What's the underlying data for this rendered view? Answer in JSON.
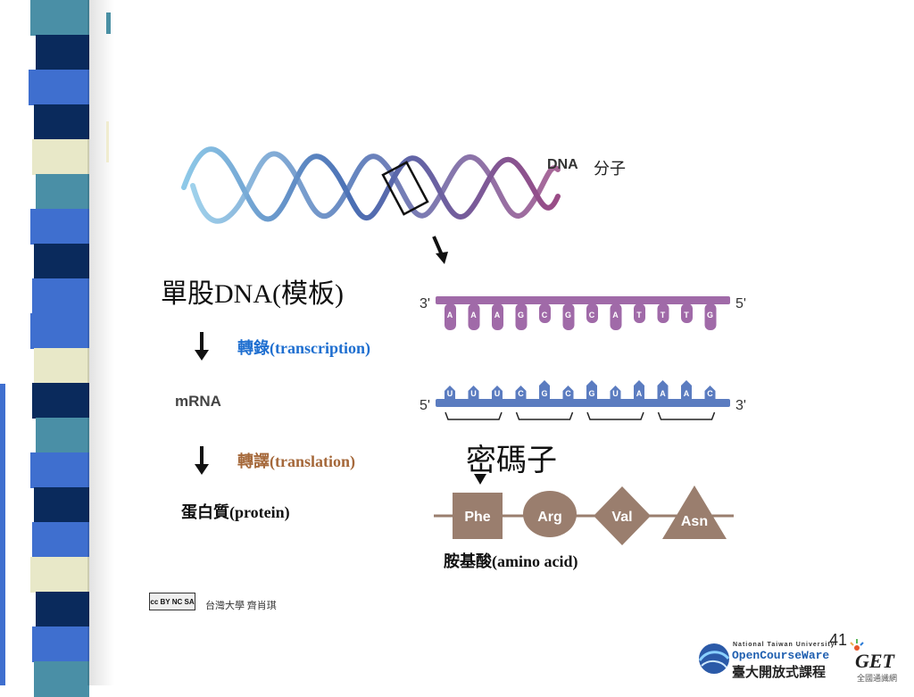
{
  "slide": {
    "number": "41",
    "single_strand_label": "單股DNA(模板)",
    "transcription_label": "轉錄(transcription)",
    "mrna_label": "mRNA",
    "translation_label": "轉譯(translation)",
    "protein_label": "蛋白質(protein)",
    "codon_label": "密碼子",
    "amino_acid_label": "胺基酸(amino acid)"
  },
  "dna_figure": {
    "dna_label": "DNA",
    "molecule_label": "分子"
  },
  "template_strand": {
    "left_end": "3'",
    "right_end": "5'",
    "bases": [
      "A",
      "A",
      "A",
      "G",
      "C",
      "G",
      "C",
      "A",
      "T",
      "T",
      "T",
      "G"
    ],
    "color": "#a06aa8"
  },
  "mrna_strand": {
    "left_end": "5'",
    "right_end": "3'",
    "bases": [
      "U",
      "U",
      "U",
      "C",
      "G",
      "C",
      "G",
      "U",
      "A",
      "A",
      "A",
      "C"
    ],
    "color": "#5b7cc0"
  },
  "amino_acids": [
    {
      "name": "Phe",
      "shape": "square"
    },
    {
      "name": "Arg",
      "shape": "circle"
    },
    {
      "name": "Val",
      "shape": "diamond"
    },
    {
      "name": "Asn",
      "shape": "triangle"
    }
  ],
  "footer": {
    "license_badge": "cc BY NC SA",
    "credit": "台灣大學 齊肖琪",
    "university_en": "National Taiwan University",
    "ocw": "OpenCourseWare",
    "ocw_zh": "臺大開放式課程",
    "get_logo": "GET",
    "get_zh": "全國通識網"
  },
  "colors": {
    "stripe_dark": "#0a2a5c",
    "stripe_blue": "#3f6fcf",
    "stripe_teal": "#4a8fa6",
    "stripe_light": "#e8e8c8",
    "amino_fill": "#9a7e6e"
  }
}
